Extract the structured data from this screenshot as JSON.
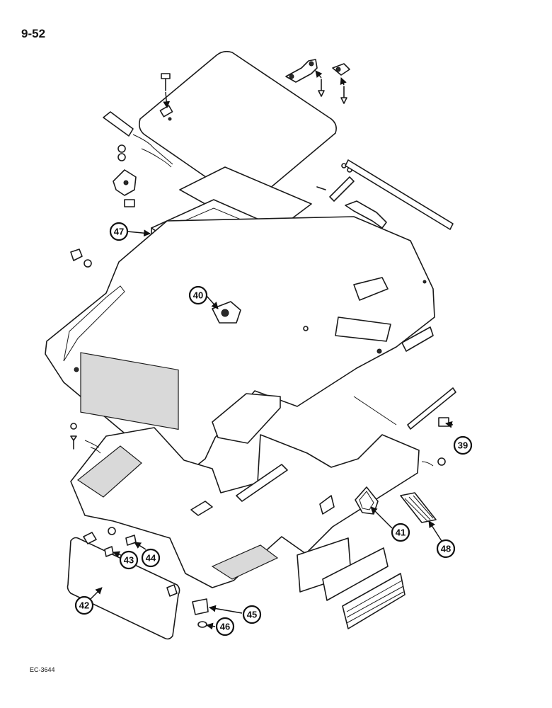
{
  "page": {
    "number": "9-52",
    "drawing_code": "EC-3644"
  },
  "callouts": [
    {
      "id": "c39",
      "label": "39"
    },
    {
      "id": "c40",
      "label": "40"
    },
    {
      "id": "c41",
      "label": "41"
    },
    {
      "id": "c42",
      "label": "42"
    },
    {
      "id": "c43",
      "label": "43"
    },
    {
      "id": "c44",
      "label": "44"
    },
    {
      "id": "c45",
      "label": "45"
    },
    {
      "id": "c46",
      "label": "46"
    },
    {
      "id": "c47",
      "label": "47"
    },
    {
      "id": "c48",
      "label": "48"
    }
  ]
}
